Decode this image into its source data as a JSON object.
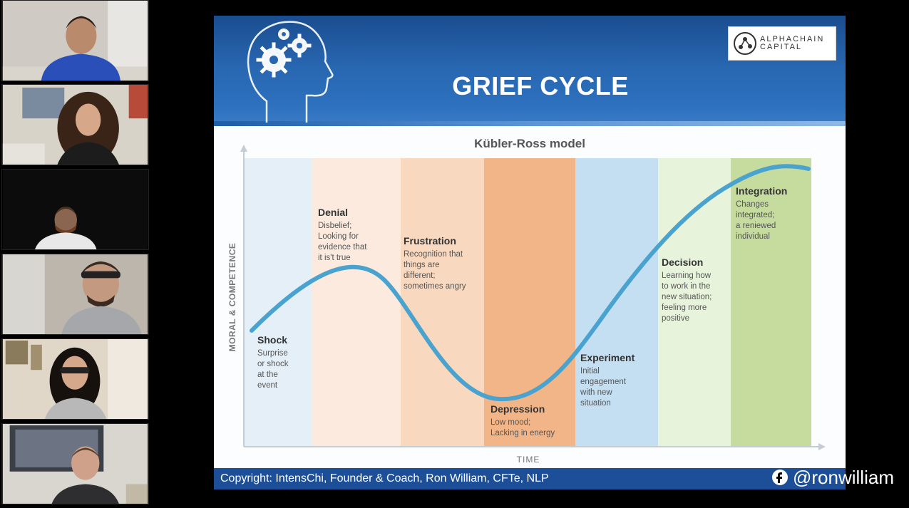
{
  "slide": {
    "title": "GRIEF CYCLE",
    "logo": {
      "line1": "ALPHACHAIN",
      "line2": "CAPITAL"
    },
    "footer": "Copyright: IntensChi, Founder & Coach, Ron William, CFTe, NLP"
  },
  "handle": "@ronwilliam",
  "chart_data": {
    "type": "line",
    "title": "Kübler-Ross model",
    "xlabel": "TIME",
    "ylabel": "MORAL & COMPETENCE",
    "grid": false,
    "stages": [
      {
        "name": "Shock",
        "lines": [
          "Surprise",
          "or shock",
          "at the",
          "event"
        ],
        "color": "#e4eff8"
      },
      {
        "name": "Denial",
        "lines": [
          "Disbelief;",
          "Looking for",
          "evidence that",
          "it is't true"
        ],
        "color": "#fbeadd"
      },
      {
        "name": "Frustration",
        "lines": [
          "Recognition that",
          "things are",
          "different;",
          "sometimes angry"
        ],
        "color": "#f8d9bf"
      },
      {
        "name": "Depression",
        "lines": [
          "Low mood;",
          "Lacking in energy"
        ],
        "color": "#f2b587"
      },
      {
        "name": "Experiment",
        "lines": [
          "Initial",
          "engagement",
          "with new",
          "situation"
        ],
        "color": "#c5dff2"
      },
      {
        "name": "Decision",
        "lines": [
          "Learning how",
          "to work in the",
          "new situation;",
          "feeling more",
          "positive"
        ],
        "color": "#e8f3dc"
      },
      {
        "name": "Integration",
        "lines": [
          "Changes",
          "integrated;",
          "a reniewed",
          "individual"
        ],
        "color": "#c6dc9f"
      }
    ],
    "curve_color": "#4aa3cf"
  }
}
